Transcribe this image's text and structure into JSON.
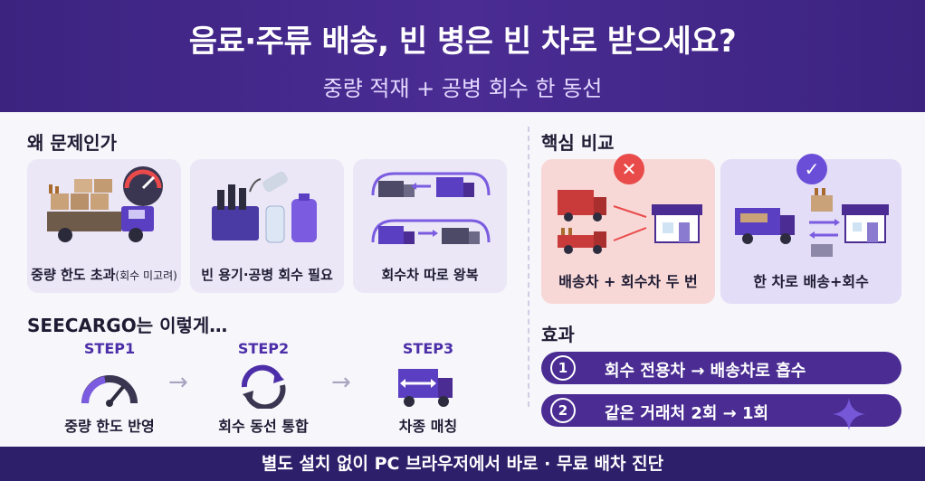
{
  "header": {
    "title": "음료·주류 배송, 빈 병은 빈 차로 받으세요?",
    "subtitle": "중량 적재 + 공병 회수 한 동선"
  },
  "problem": {
    "title": "왜 문제인가",
    "cards": [
      {
        "label": "중량 한도 초과",
        "note": "(회수 미고려)"
      },
      {
        "label": "빈 용기·공병 회수 필요"
      },
      {
        "label": "회수차 따로 왕복"
      }
    ]
  },
  "solution": {
    "title": "SEECARGO는 이렇게…",
    "steps": [
      {
        "step": "STEP1",
        "caption": "중량 한도 반영",
        "icon": "gauge-icon"
      },
      {
        "step": "STEP2",
        "caption": "회수 동선 통합",
        "icon": "cycle-arrows-icon"
      },
      {
        "step": "STEP3",
        "caption": "차종 매칭",
        "icon": "truck-swap-icon"
      }
    ]
  },
  "comparison": {
    "title": "핵심 비교",
    "bad": {
      "label": "배송차 + 회수차 두 번",
      "mark": "✕",
      "color": "#e94b4b"
    },
    "good": {
      "label": "한 차로 배송+회수",
      "mark": "✓",
      "color": "#6b4ed8"
    }
  },
  "effects": {
    "title": "효과",
    "items": [
      {
        "num": "1",
        "text": "회수 전용차 → 배송차로 흡수"
      },
      {
        "num": "2",
        "text": "같은 거래처 2회 → 1회"
      }
    ]
  },
  "footer": {
    "text": "별도 설치 없이 PC 브라우저에서 바로 · 무료 배차 진단"
  }
}
